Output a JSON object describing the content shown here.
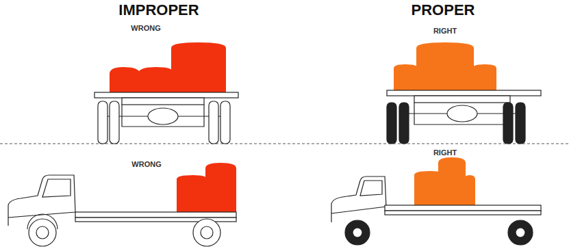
{
  "diagram": {
    "labels": [
      "IMPROPER",
      "WRONG",
      "PROPER",
      "RIGHT",
      "WRONG",
      "RIGHT"
    ]
  }
}
